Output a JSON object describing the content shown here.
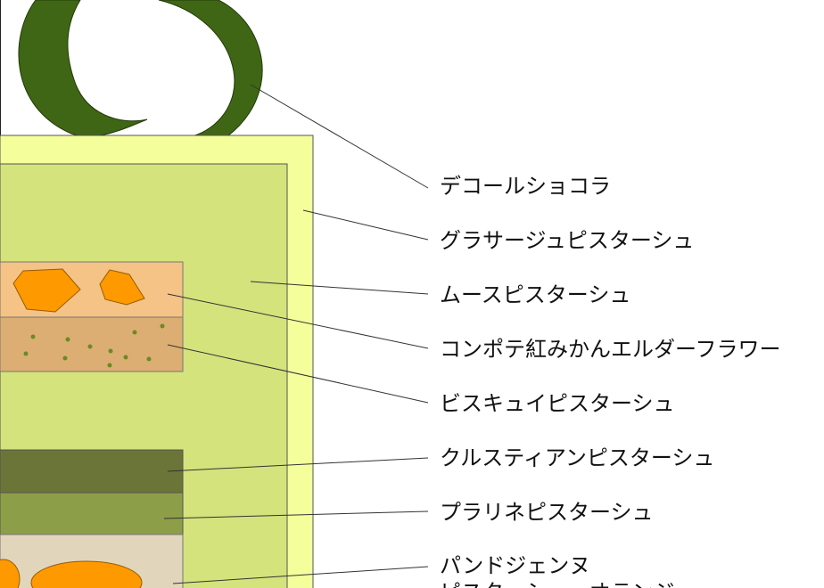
{
  "labels": {
    "decor": "デコールショコラ",
    "glaze": "グラサージュピスターシュ",
    "mousse": "ムースピスターシュ",
    "compote": "コンポテ紅みかんエルダーフラワー",
    "biscuit": "ビスキュイピスターシュ",
    "crousti": "クルスティアンピスターシュ",
    "praline": "プラリネピスターシュ",
    "pain_line1": "パンドジェンヌ",
    "pain_line2": "ピスターシュ・オランジュ"
  },
  "colors": {
    "decor": "#3f6614",
    "glaze": "#f4ff9c",
    "mousse": "#d5e37d",
    "compote": "#f4c385",
    "compote_pieces": "#ff9900",
    "biscuit": "#dcae73",
    "biscuit_dots": "#6b8a24",
    "crousti": "#6b7537",
    "praline": "#8d9e49",
    "pain": "#e1d6bc",
    "pain_pieces": "#ff9900"
  }
}
